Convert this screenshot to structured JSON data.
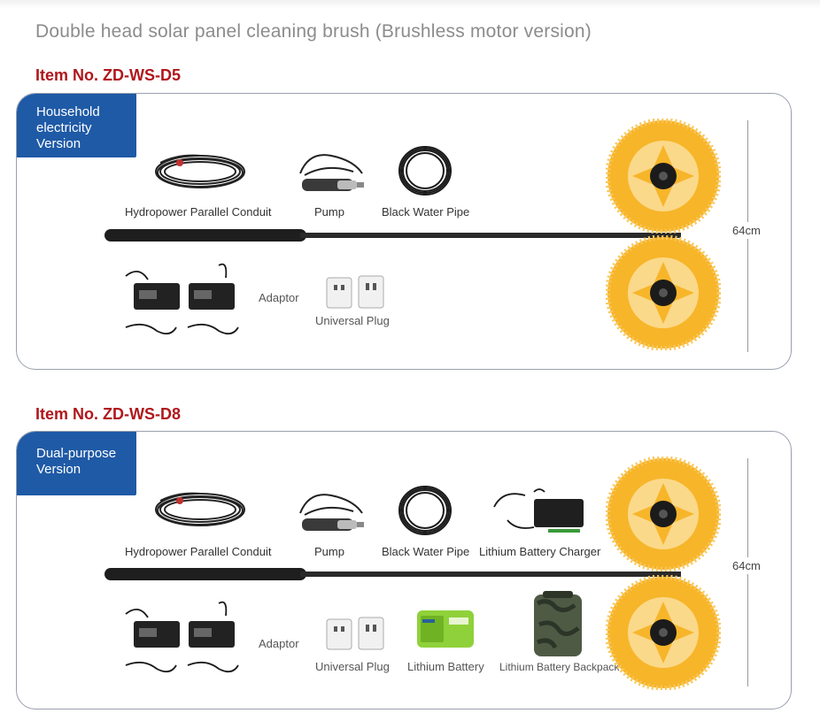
{
  "page": {
    "title": "Double head solar panel cleaning brush (Brushless motor version)"
  },
  "sections": [
    {
      "item_no": "Item No. ZD-WS-D5",
      "version": "Household electricity Version",
      "version_lines": [
        "Household",
        "electricity",
        "Version"
      ],
      "labels": {
        "conduit": "Hydropower Parallel Conduit",
        "pump": "Pump",
        "pipe": "Black Water Pipe",
        "adaptor": "Adaptor",
        "plug": "Universal Plug"
      },
      "dimension": "64cm"
    },
    {
      "item_no": "Item No. ZD-WS-D8",
      "version": "Dual-purpose Version",
      "version_lines": [
        "Dual-purpose",
        "Version"
      ],
      "labels": {
        "conduit": "Hydropower Parallel Conduit",
        "pump": "Pump",
        "pipe": "Black Water Pipe",
        "charger": "Lithium Battery Charger",
        "adaptor": "Adaptor",
        "plug": "Universal Plug",
        "battery": "Lithium Battery",
        "backpack": "Lithium Battery Backpack"
      },
      "dimension": "64cm"
    }
  ],
  "colors": {
    "accent_blue": "#1f5aa6",
    "item_red": "#b0171c",
    "brush_yellow": "#f7b52a"
  },
  "icons": [
    "coiled-conduit",
    "pump",
    "coiled-water-pipe",
    "adaptor",
    "universal-plug",
    "brush-head",
    "telescopic-pole",
    "charger",
    "battery",
    "backpack"
  ]
}
